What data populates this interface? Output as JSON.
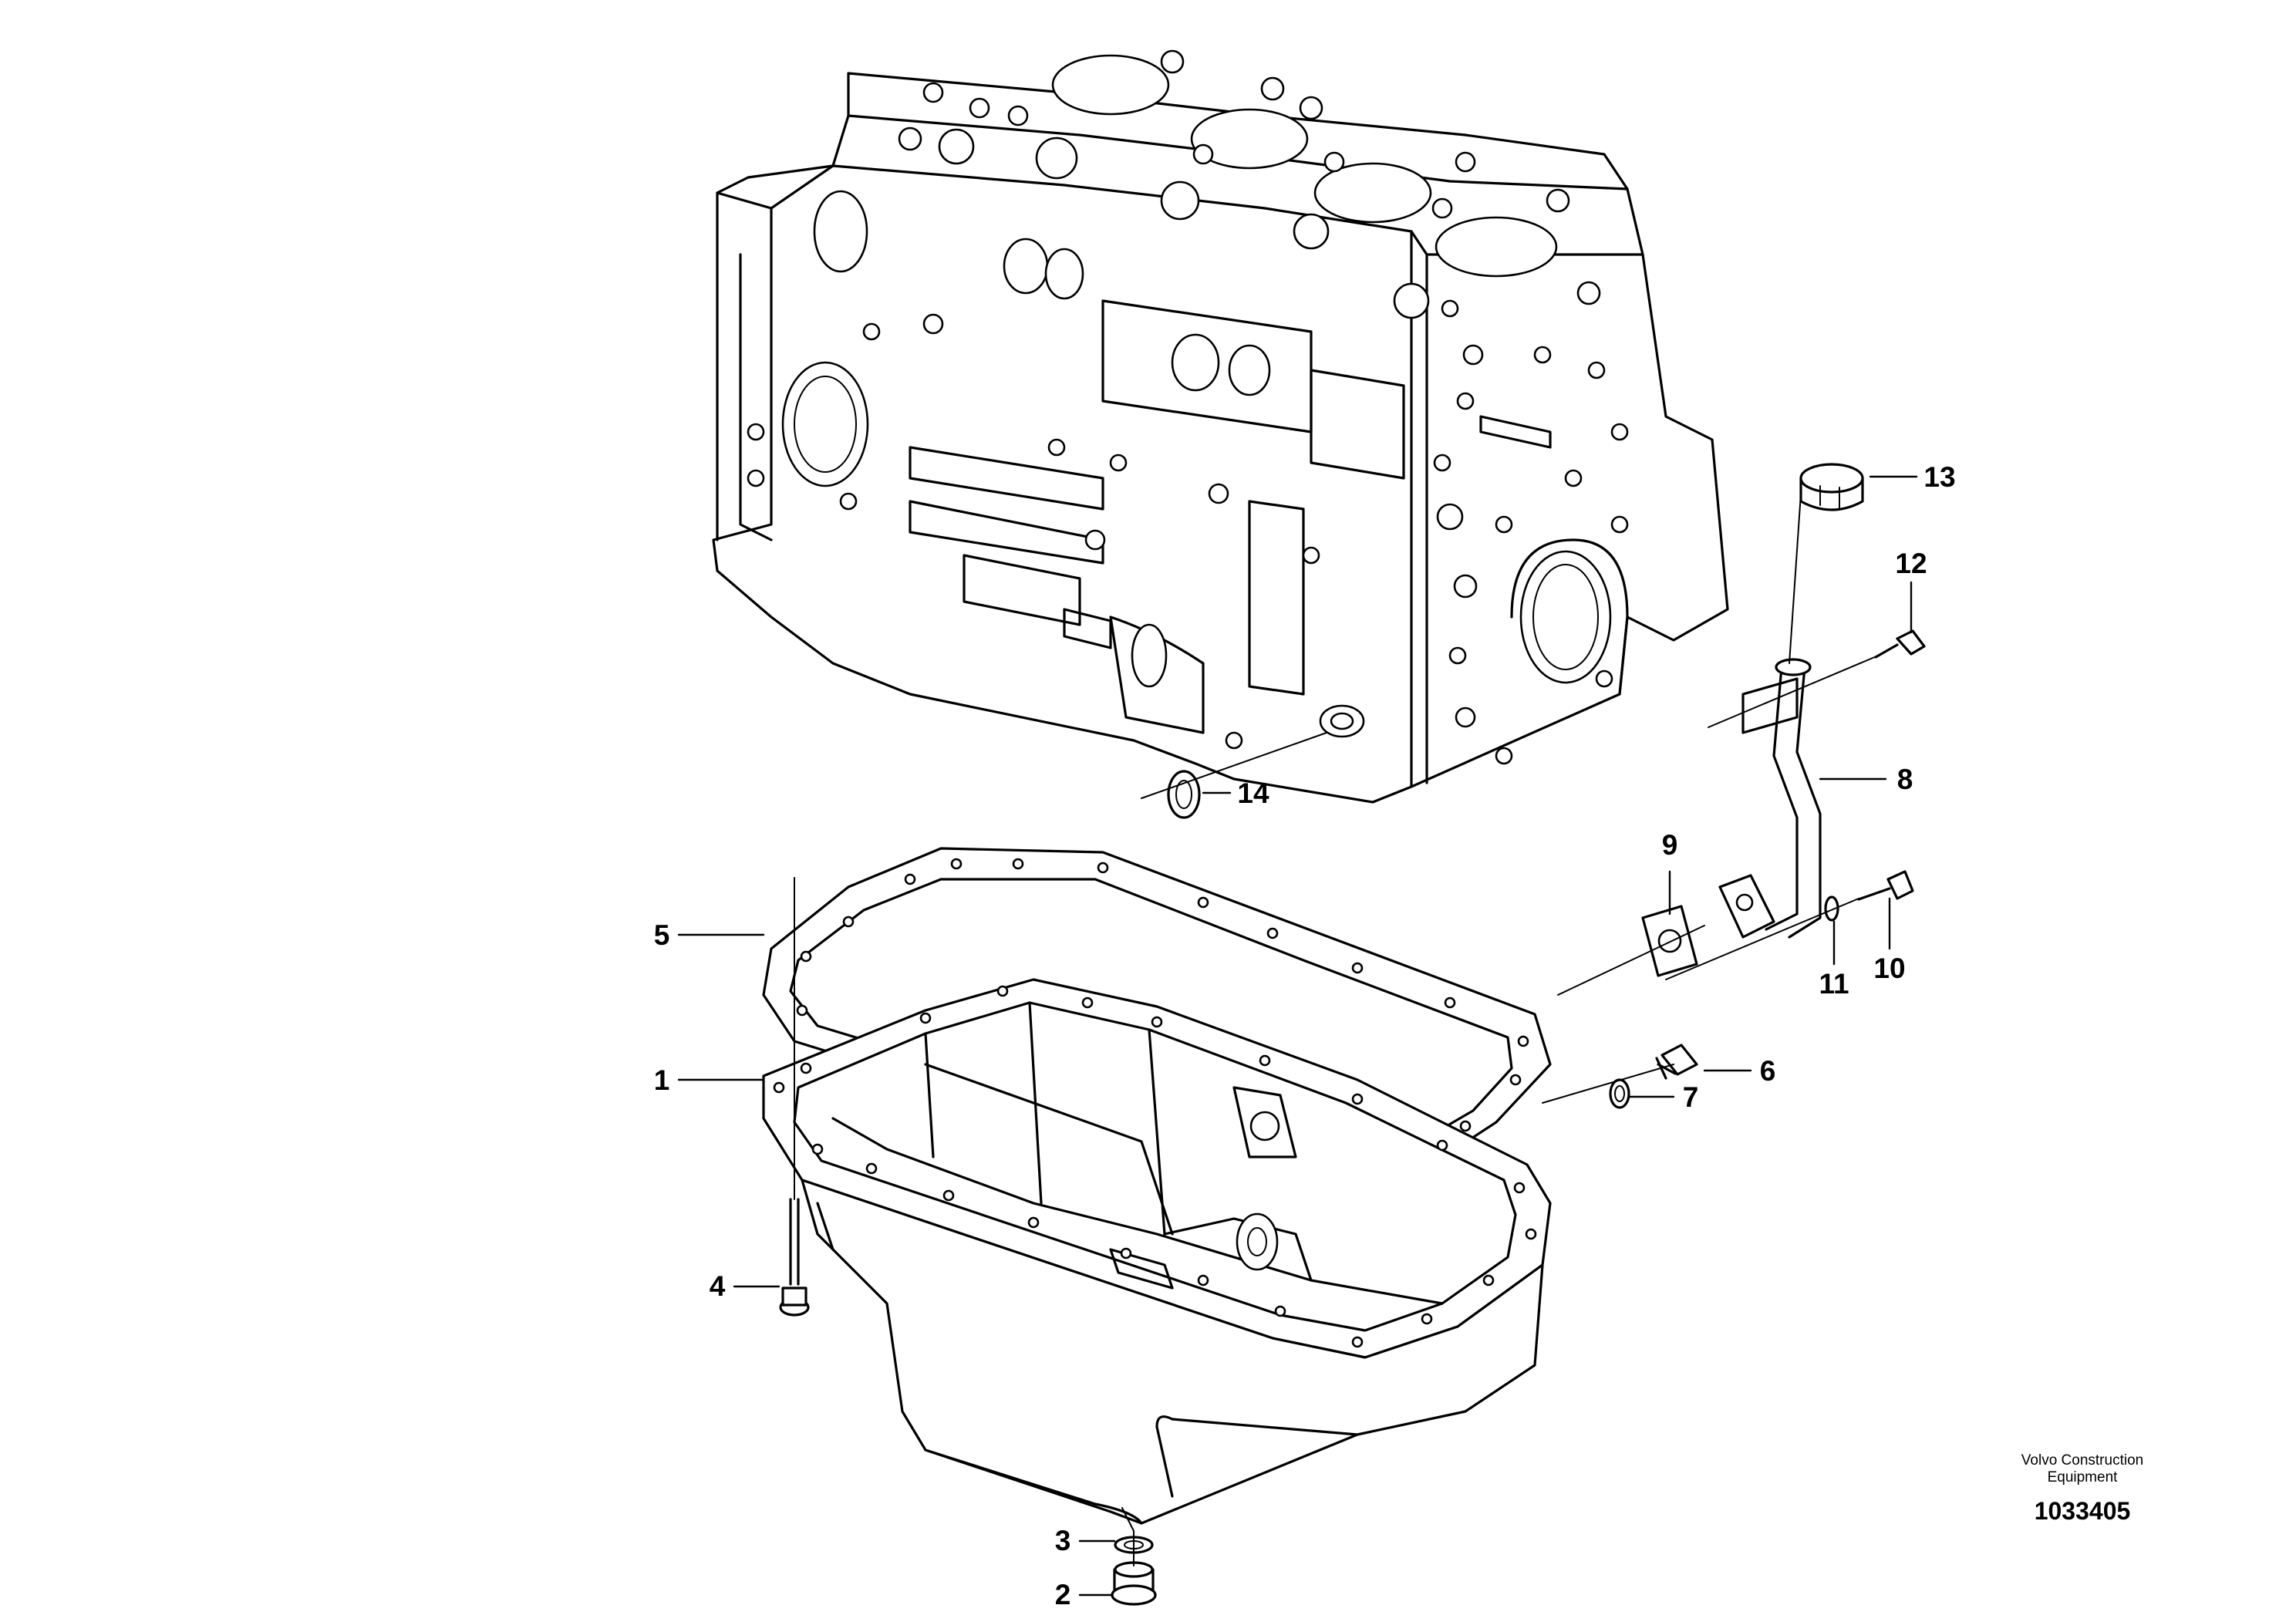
{
  "diagram": {
    "callouts": [
      {
        "id": "callout-1",
        "label": "1"
      },
      {
        "id": "callout-2",
        "label": "2"
      },
      {
        "id": "callout-3",
        "label": "3"
      },
      {
        "id": "callout-4",
        "label": "4"
      },
      {
        "id": "callout-5",
        "label": "5"
      },
      {
        "id": "callout-6",
        "label": "6"
      },
      {
        "id": "callout-7",
        "label": "7"
      },
      {
        "id": "callout-8",
        "label": "8"
      },
      {
        "id": "callout-9",
        "label": "9"
      },
      {
        "id": "callout-10",
        "label": "10"
      },
      {
        "id": "callout-11",
        "label": "11"
      },
      {
        "id": "callout-12",
        "label": "12"
      },
      {
        "id": "callout-13",
        "label": "13"
      },
      {
        "id": "callout-14",
        "label": "14"
      }
    ],
    "brand_line1": "Volvo Construction",
    "brand_line2": "Equipment",
    "drawing_number": "1033405"
  }
}
